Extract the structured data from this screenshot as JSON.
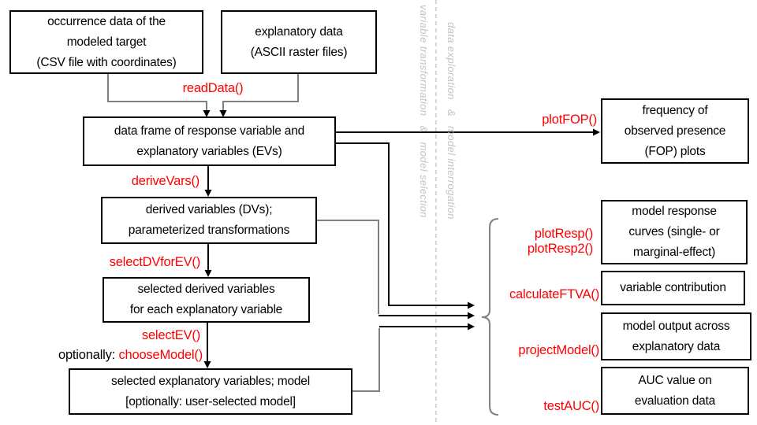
{
  "colors": {
    "function_red": "#ff0000",
    "connector_gray": "#808080",
    "connector_black": "#000000",
    "lane_text_gray": "#c3c3c3",
    "divider_gray": "#c9c9c9",
    "box_border": "#000000",
    "background": "#ffffff"
  },
  "lanes": {
    "left": "variable transformation   &   model selection",
    "right": "data exploration   &   model interrogation"
  },
  "boxes": {
    "occurrence": {
      "lines": [
        "occurrence data of the",
        "modeled target",
        "(CSV file with coordinates)"
      ]
    },
    "explanatory": {
      "lines": [
        "explanatory data",
        "(ASCII raster files)"
      ]
    },
    "dataframe": {
      "lines": [
        "data frame of response variable and",
        "explanatory variables (EVs)"
      ]
    },
    "derived": {
      "lines": [
        "derived variables (DVs);",
        "parameterized transformations"
      ]
    },
    "selected_dvs": {
      "lines": [
        "selected derived variables",
        "for each explanatory variable"
      ]
    },
    "selected_evs": {
      "lines": [
        "selected explanatory variables; model",
        "[optionally: user-selected model]"
      ]
    },
    "fop": {
      "lines": [
        "frequency of",
        "observed presence",
        "(FOP) plots"
      ]
    },
    "response_curves": {
      "lines": [
        "model response",
        "curves (single- or",
        "marginal-effect)"
      ]
    },
    "contribution": {
      "lines": [
        "variable contribution"
      ]
    },
    "model_output": {
      "lines": [
        "model output across",
        "explanatory data"
      ]
    },
    "auc": {
      "lines": [
        "AUC value on",
        "evaluation data"
      ]
    }
  },
  "functions": {
    "readData": "readData()",
    "deriveVars": "deriveVars()",
    "selectDVforEV": "selectDVforEV()",
    "selectEV": "selectEV()",
    "optionally_prefix": "optionally: ",
    "chooseModel": "chooseModel()",
    "plotFOP": "plotFOP()",
    "plotResp": "plotResp()",
    "plotResp2": "plotResp2()",
    "calculateFTVA": "calculateFTVA()",
    "projectModel": "projectModel()",
    "testAUC": "testAUC()"
  }
}
